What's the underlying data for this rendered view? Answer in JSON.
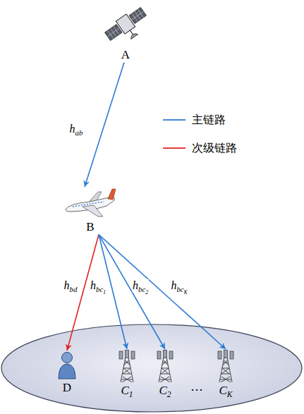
{
  "diagram": {
    "nodes": [
      {
        "text": [
          "A"
        ]
      },
      {
        "text": [
          "B"
        ]
      },
      {
        "text": [
          "D"
        ]
      },
      {
        "text": [
          "C1"
        ]
      },
      {
        "text": [
          "C2"
        ]
      },
      {
        "text": [
          "CK"
        ]
      }
    ],
    "edges": [
      {
        "from": 0,
        "to": 1,
        "label": "hab",
        "arrow": "to"
      },
      {
        "from": 1,
        "to": 2,
        "label": "hbd",
        "arrow": "to"
      },
      {
        "from": 1,
        "to": 3,
        "label": "hbc1",
        "arrow": "to"
      },
      {
        "from": 1,
        "to": 4,
        "label": "hbc2",
        "arrow": "to"
      },
      {
        "from": 1,
        "to": 5,
        "label": "hbcK",
        "arrow": "to"
      }
    ],
    "labels": [
      "⋯"
    ],
    "legend": [
      {
        "text": "主链路"
      },
      {
        "text": "次级链路"
      }
    ]
  }
}
